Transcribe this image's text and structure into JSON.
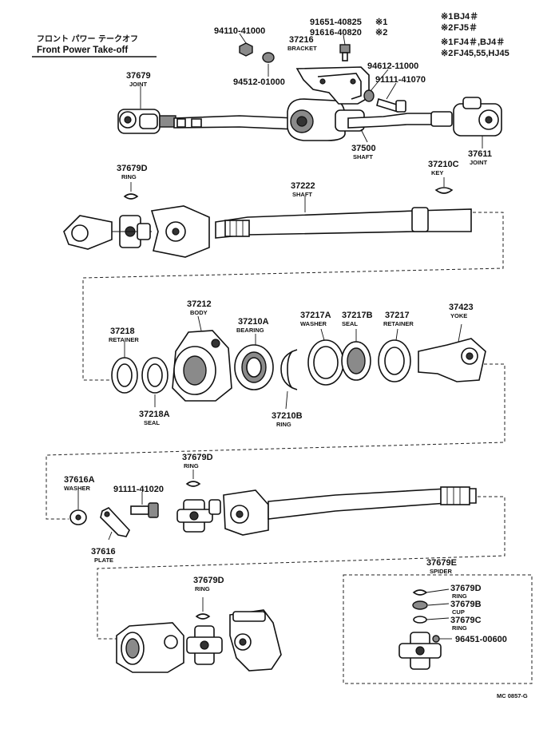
{
  "title": {
    "japanese": "フロント パワー テークオフ",
    "english": "Front Power Take-off"
  },
  "applicability": [
    {
      "mark": "※1",
      "text": "BJ4＃"
    },
    {
      "mark": "※2",
      "text": "FJ5＃"
    },
    {
      "mark": "※1",
      "text": "FJ4＃,BJ4＃"
    },
    {
      "mark": "※2",
      "text": "FJ45,55,HJ45"
    }
  ],
  "parts": {
    "p94110_41000": {
      "number": "94110-41000"
    },
    "p37216": {
      "number": "37216",
      "name": "BRACKET"
    },
    "p91651_40825": {
      "number": "91651-40825",
      "mark": "※1"
    },
    "p91616_40820": {
      "number": "91616-40820",
      "mark": "※2"
    },
    "p94512_01000": {
      "number": "94512-01000"
    },
    "p94612_11000": {
      "number": "94612-11000"
    },
    "p91111_41070": {
      "number": "91111-41070"
    },
    "p37679": {
      "number": "37679",
      "name": "JOINT"
    },
    "p37500": {
      "number": "37500",
      "name": "SHAFT"
    },
    "p37611": {
      "number": "37611",
      "name": "JOINT"
    },
    "p37679D_a": {
      "number": "37679D",
      "name": "RING"
    },
    "p37222": {
      "number": "37222",
      "name": "SHAFT"
    },
    "p37210C": {
      "number": "37210C",
      "name": "KEY"
    },
    "p37212": {
      "number": "37212",
      "name": "BODY"
    },
    "p37210A": {
      "number": "37210A",
      "name": "BEARING"
    },
    "p37217A": {
      "number": "37217A",
      "name": "WASHER"
    },
    "p37217B": {
      "number": "37217B",
      "name": "SEAL"
    },
    "p37217": {
      "number": "37217",
      "name": "RETAINER"
    },
    "p37423": {
      "number": "37423",
      "name": "YOKE"
    },
    "p37218": {
      "number": "37218",
      "name": "RETAINER"
    },
    "p37218A": {
      "number": "37218A",
      "name": "SEAL"
    },
    "p37210B": {
      "number": "37210B",
      "name": "RING"
    },
    "p37679D_b": {
      "number": "37679D",
      "name": "RING"
    },
    "p37616A": {
      "number": "37616A",
      "name": "WASHER"
    },
    "p91111_41020": {
      "number": "91111-41020"
    },
    "p37616": {
      "number": "37616",
      "name": "PLATE"
    },
    "p37679E": {
      "number": "37679E",
      "name": "SPIDER"
    },
    "p37679D_c": {
      "number": "37679D",
      "name": "RING"
    },
    "p37679D_d": {
      "number": "37679D",
      "name": "RING"
    },
    "p37679B": {
      "number": "37679B",
      "name": "CUP"
    },
    "p37679C": {
      "number": "37679C",
      "name": "RING"
    },
    "p96451_00600": {
      "number": "96451-00600"
    }
  },
  "footer_code": "MC 0857-G"
}
